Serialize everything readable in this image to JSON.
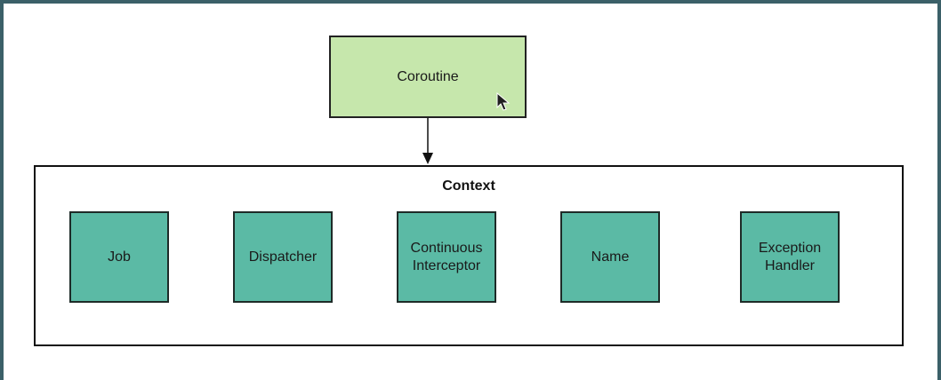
{
  "diagram": {
    "root": {
      "label": "Coroutine"
    },
    "context": {
      "title": "Context",
      "elements": [
        {
          "label": "Job"
        },
        {
          "label": "Dispatcher"
        },
        {
          "label": "Continuous\nInterceptor"
        },
        {
          "label": "Name"
        },
        {
          "label": "Exception\nHandler"
        }
      ]
    }
  },
  "colors": {
    "root_fill": "#c6e7ac",
    "element_fill": "#5bbaa5",
    "frame": "#3b6068"
  }
}
